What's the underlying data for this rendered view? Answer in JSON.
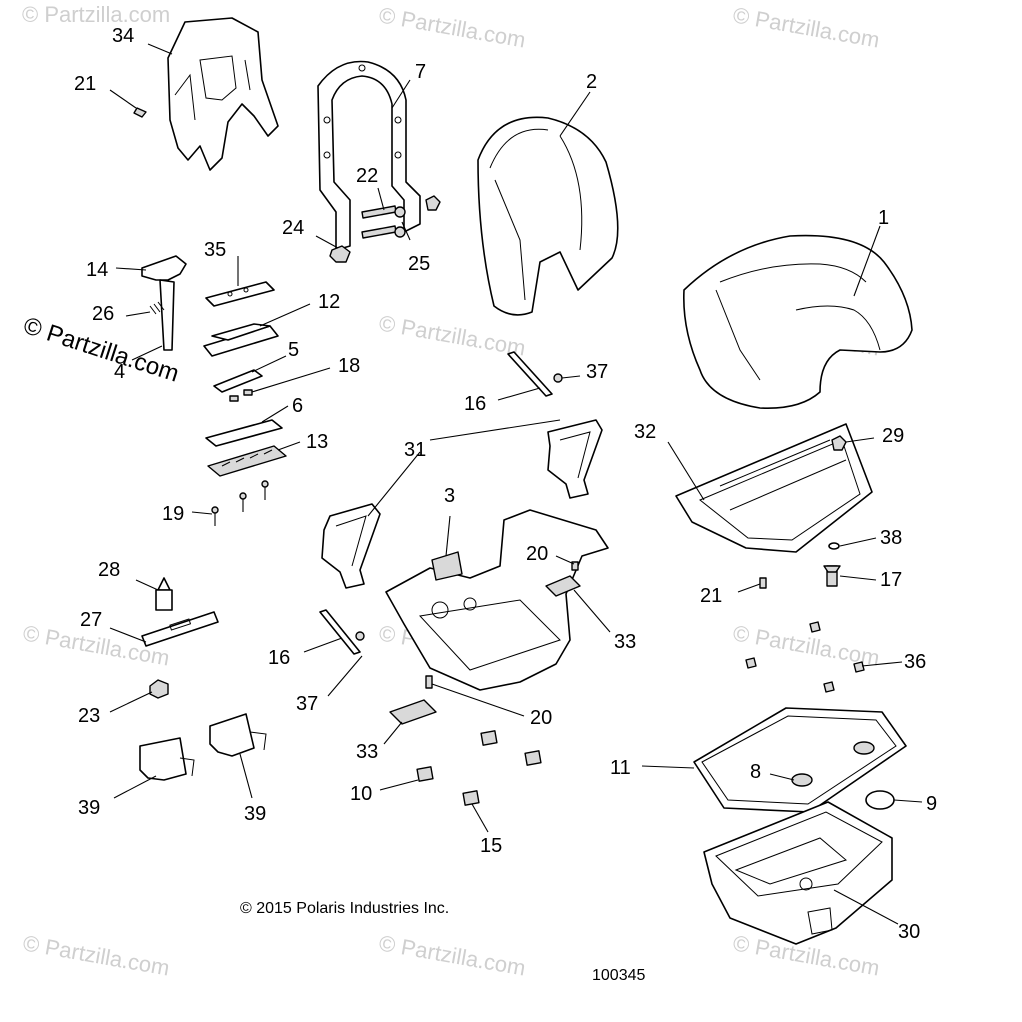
{
  "watermarks": {
    "small": "© Partzilla.com",
    "large": "© Partzilla.com"
  },
  "copyright": "© 2015 Polaris Industries Inc.",
  "diagram_number": "100345",
  "callouts": {
    "c34": "34",
    "c21a": "21",
    "c7": "7",
    "c2": "2",
    "c22": "22",
    "c24": "24",
    "c25": "25",
    "c1": "1",
    "c14": "14",
    "c35": "35",
    "c26": "26",
    "c12": "12",
    "c4": "4",
    "c5": "5",
    "c18": "18",
    "c37a": "37",
    "c16a": "16",
    "c6": "6",
    "c13": "13",
    "c31": "31",
    "c29": "29",
    "c32": "32",
    "c19": "19",
    "c3": "3",
    "c20a": "20",
    "c38": "38",
    "c17": "17",
    "c21b": "21",
    "c28": "28",
    "c27": "27",
    "c33a": "33",
    "c16b": "16",
    "c36": "36",
    "c23": "23",
    "c37b": "37",
    "c20b": "20",
    "c33b": "33",
    "c11": "11",
    "c8": "8",
    "c9": "9",
    "c10": "10",
    "c39a": "39",
    "c39b": "39",
    "c15": "15",
    "c30": "30"
  }
}
